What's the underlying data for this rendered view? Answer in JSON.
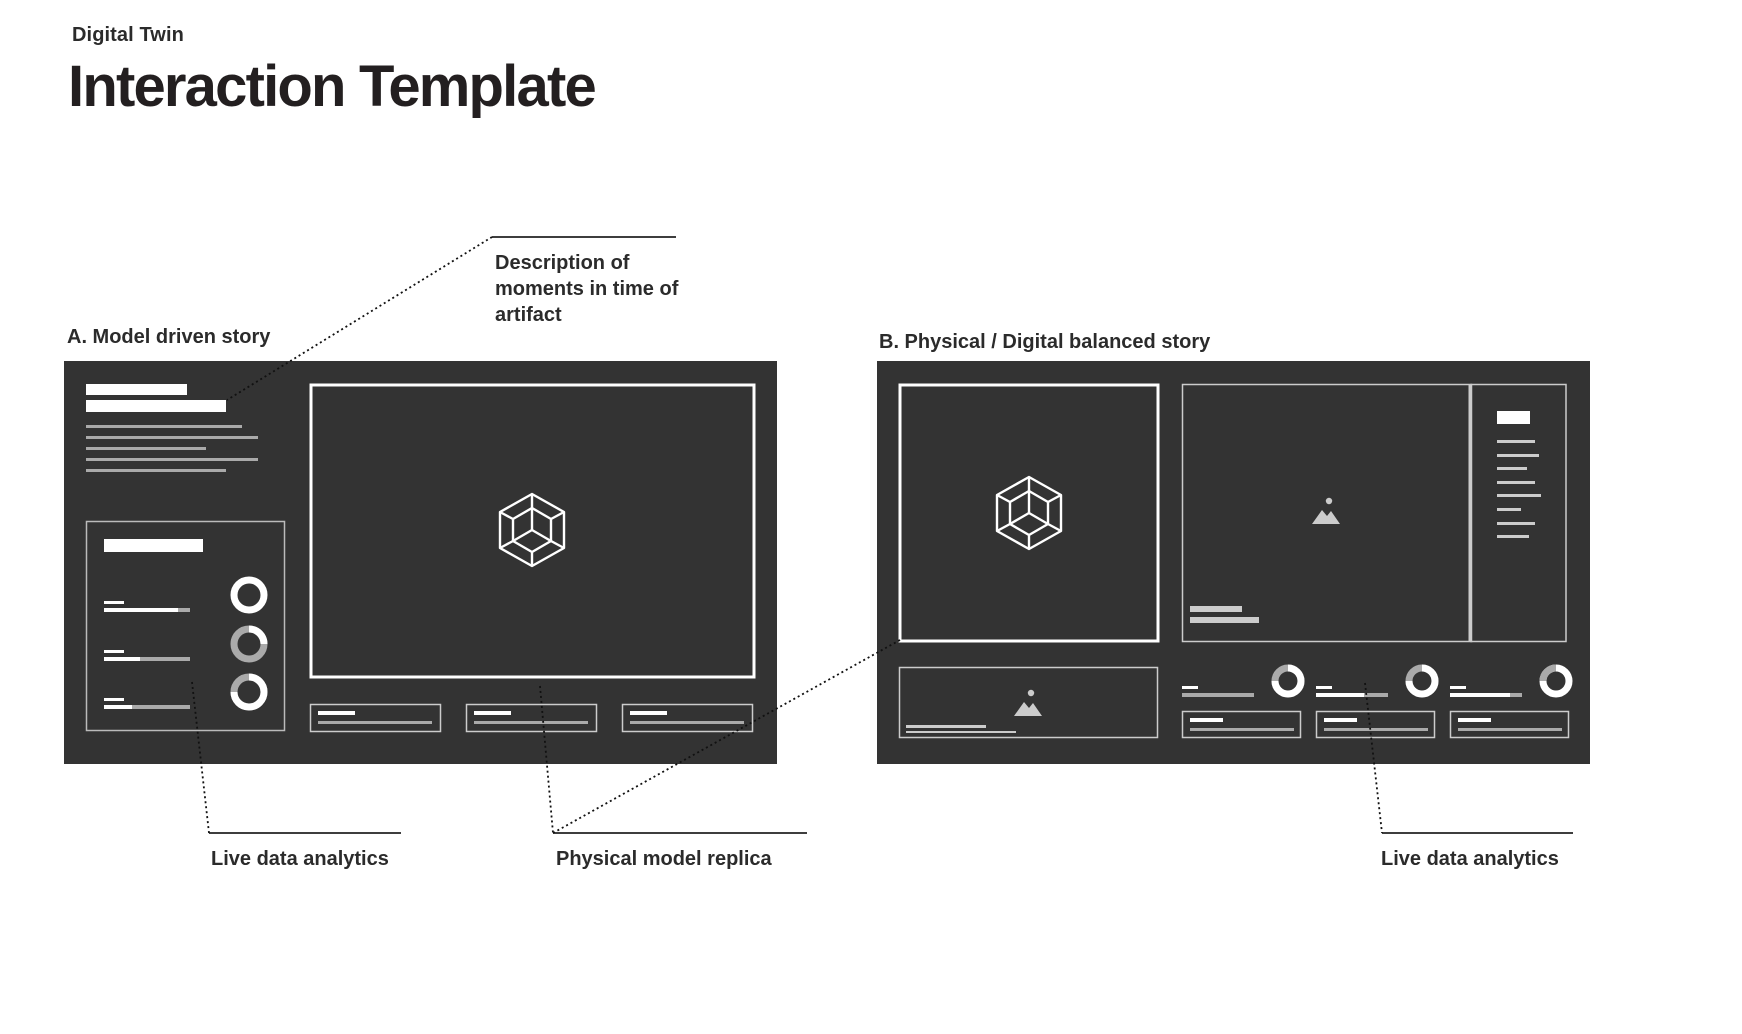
{
  "header": {
    "subtitle": "Digital Twin",
    "title": "Interaction Template"
  },
  "stories": {
    "a_title": "A. Model driven story",
    "b_title": "B. Physical / Digital balanced story"
  },
  "annotations": {
    "description_line1": "Description of",
    "description_line2": "moments in time of",
    "description_line3": "artifact",
    "live_data_left": "Live data analytics",
    "physical_replica": "Physical model replica",
    "live_data_right": "Live data analytics"
  },
  "icons": {
    "model": "cube-wireframe-icon",
    "image": "image-placeholder-icon",
    "chart": "donut-chart-icon"
  },
  "colors": {
    "screen": "#333333",
    "white": "#ffffff",
    "grey": "#aaaaaa",
    "text": "#2b2b2b"
  }
}
